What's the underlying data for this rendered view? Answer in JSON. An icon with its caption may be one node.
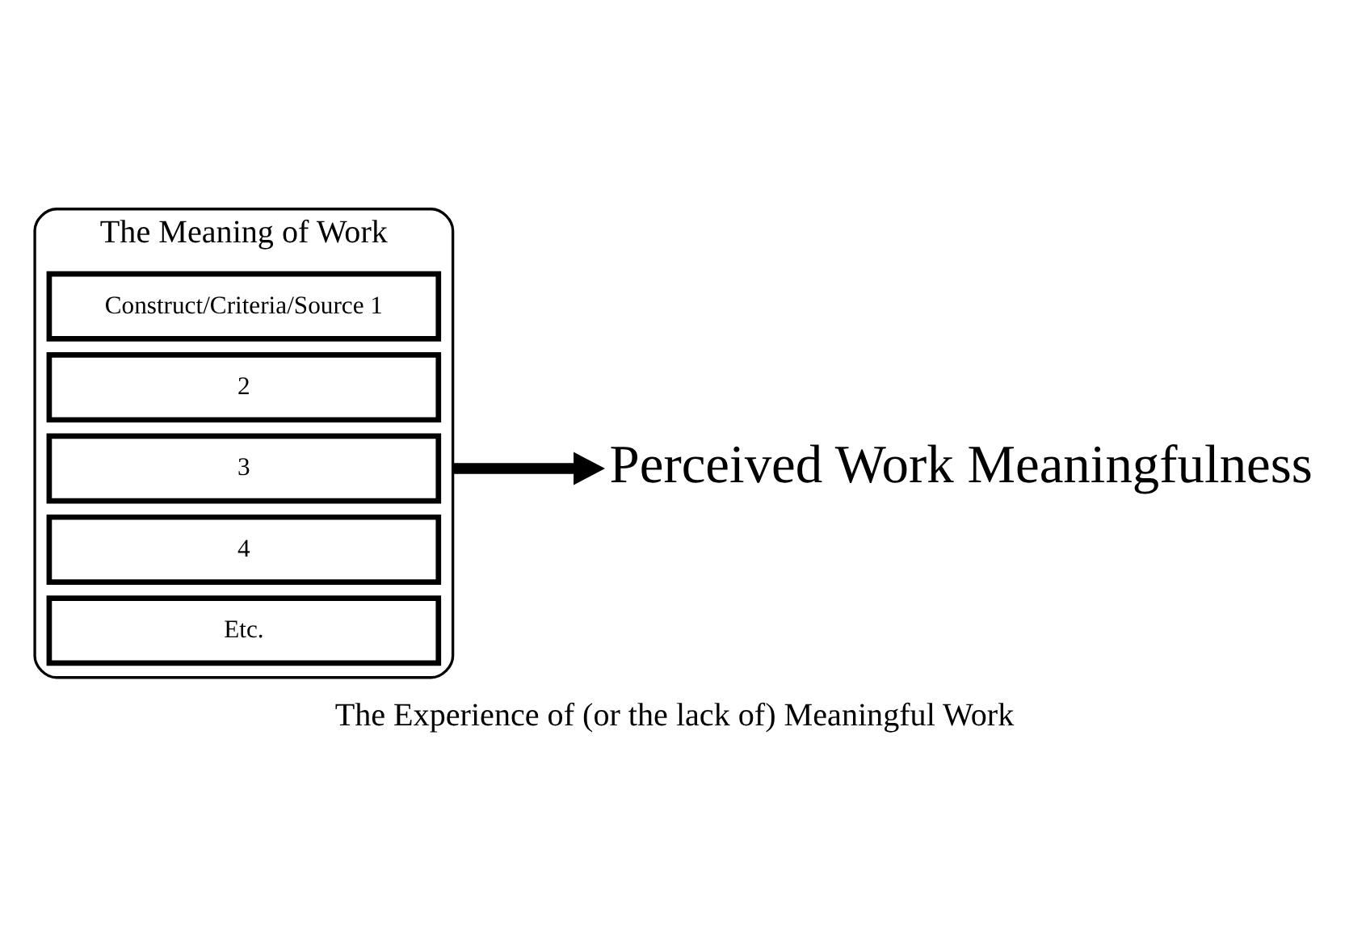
{
  "diagram": {
    "caption": "The Experience of (or the lack of) Meaningful Work",
    "nodes": [
      {
        "text": [
          "The Meaning of Work"
        ]
      },
      {
        "text": [
          "Construct/Criteria/Source 1"
        ],
        "in": 0
      },
      {
        "text": [
          "2"
        ],
        "in": 0
      },
      {
        "text": [
          "3"
        ],
        "in": 0
      },
      {
        "text": [
          "4"
        ],
        "in": 0
      },
      {
        "text": [
          "Etc."
        ],
        "in": 0
      },
      {
        "text": [
          "Perceived Work Meaningfulness"
        ]
      }
    ],
    "edges": [
      {
        "from": 0,
        "to": 6,
        "arrow": "to"
      }
    ]
  }
}
